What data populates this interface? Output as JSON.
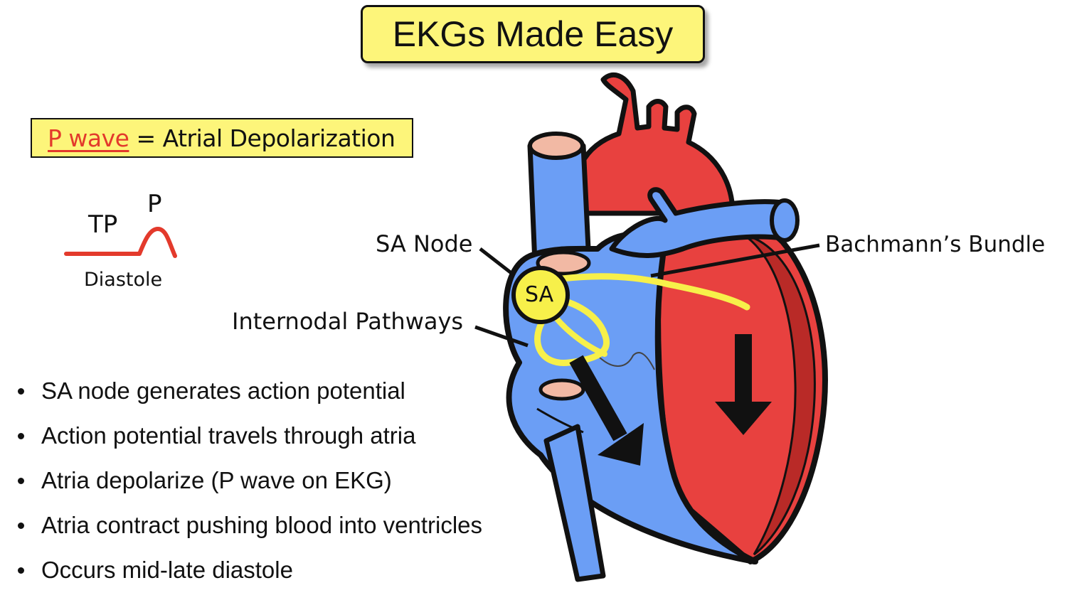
{
  "title": "EKGs Made Easy",
  "definition": {
    "term": "P wave",
    "equals": "=",
    "meaning": "Atrial Depolarization"
  },
  "waveform": {
    "tp_label": "TP",
    "p_label": "P",
    "phase_label": "Diastole",
    "stroke_color": "#e33a2c"
  },
  "labels": {
    "sa_node": "SA Node",
    "sa_marker": "SA",
    "internodal": "Internodal Pathways",
    "bachmann": "Bachmann’s Bundle"
  },
  "bullets": [
    "SA node generates action potential",
    "Action potential travels through atria",
    "Atria depolarize (P wave on EKG)",
    "Atria contract pushing blood into ventricles",
    "Occurs mid-late diastole"
  ],
  "colors": {
    "title_bg": "#fdf57a",
    "oxygenated": "#e8413f",
    "deoxygenated": "#6b9ef5",
    "conduction": "#f7f04a",
    "vessel_opening": "#f2b9a4"
  }
}
